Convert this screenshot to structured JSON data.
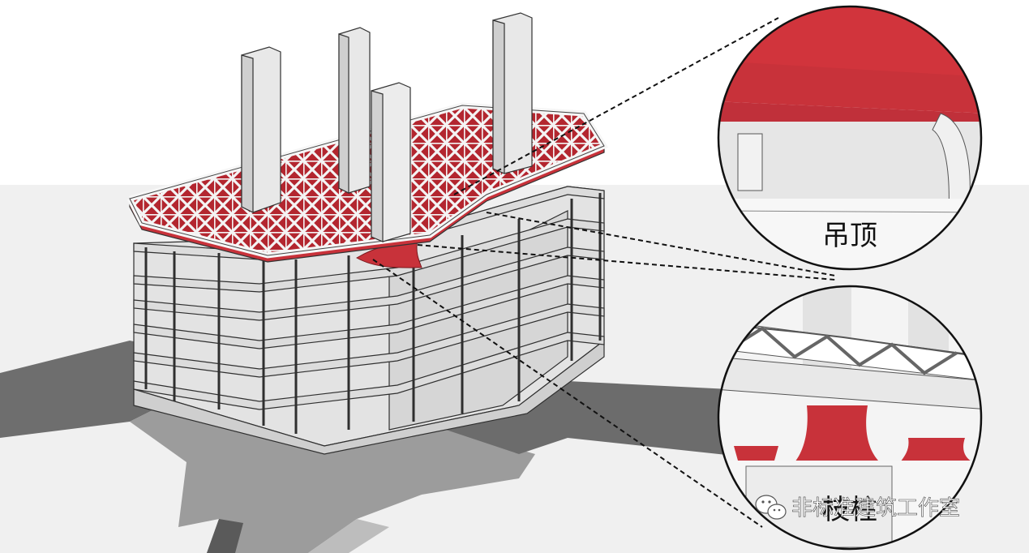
{
  "callouts": [
    {
      "label": "吊顶"
    },
    {
      "label": "枝柱"
    }
  ],
  "watermark": {
    "text": "非标准建筑工作室",
    "icon": "wechat-icon"
  },
  "colors": {
    "accent_red": "#c8323a",
    "ground_dark": "#6e6e6e",
    "ground_light": "#9a9a9a",
    "paper": "#efefef",
    "structure": "#f4f4f4",
    "line": "#333333"
  }
}
